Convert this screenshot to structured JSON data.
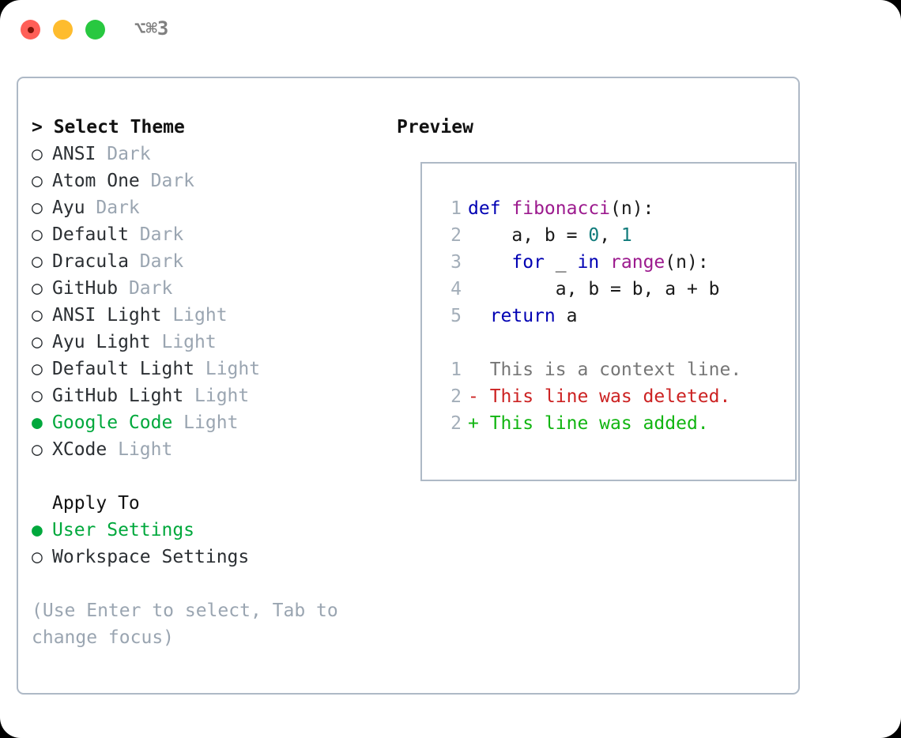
{
  "titlebar": {
    "traffic_lights": [
      {
        "name": "close",
        "color": "#ff5f57"
      },
      {
        "name": "minimize",
        "color": "#febc2e"
      },
      {
        "name": "maximize",
        "color": "#28c840"
      }
    ],
    "shortcut": "⌥⌘3"
  },
  "theme_picker": {
    "title": "> Select Theme",
    "selected_marker": "●",
    "unselected_marker": "○",
    "accent_color": "#00a83c",
    "items": [
      {
        "label": "ANSI",
        "tag": "Dark",
        "selected": false
      },
      {
        "label": "Atom One",
        "tag": "Dark",
        "selected": false
      },
      {
        "label": "Ayu",
        "tag": "Dark",
        "selected": false
      },
      {
        "label": "Default",
        "tag": "Dark",
        "selected": false
      },
      {
        "label": "Dracula",
        "tag": "Dark",
        "selected": false
      },
      {
        "label": "GitHub",
        "tag": "Dark",
        "selected": false
      },
      {
        "label": "ANSI Light",
        "tag": "Light",
        "selected": false
      },
      {
        "label": "Ayu Light",
        "tag": "Light",
        "selected": false
      },
      {
        "label": "Default Light",
        "tag": "Light",
        "selected": false
      },
      {
        "label": "GitHub Light",
        "tag": "Light",
        "selected": false
      },
      {
        "label": "Google Code",
        "tag": "Light",
        "selected": true
      },
      {
        "label": "XCode",
        "tag": "Light",
        "selected": false
      }
    ]
  },
  "apply_to": {
    "heading": "Apply To",
    "items": [
      {
        "label": "User Settings",
        "selected": true
      },
      {
        "label": "Workspace Settings",
        "selected": false
      }
    ]
  },
  "hint": "(Use Enter to select, Tab to change focus)",
  "preview": {
    "heading": "Preview",
    "code_lines": [
      {
        "num": "1",
        "tokens": [
          {
            "t": "def ",
            "c": "kw"
          },
          {
            "t": "fibonacci",
            "c": "fn"
          },
          {
            "t": "(n):",
            "c": "pl"
          }
        ]
      },
      {
        "num": "2",
        "tokens": [
          {
            "t": "    a, b = ",
            "c": "pl"
          },
          {
            "t": "0",
            "c": "num"
          },
          {
            "t": ", ",
            "c": "pl"
          },
          {
            "t": "1",
            "c": "num"
          }
        ]
      },
      {
        "num": "3",
        "tokens": [
          {
            "t": "    for ",
            "c": "kw"
          },
          {
            "t": "_ ",
            "c": "pl"
          },
          {
            "t": "in ",
            "c": "kw"
          },
          {
            "t": "range",
            "c": "fn"
          },
          {
            "t": "(n):",
            "c": "pl"
          }
        ]
      },
      {
        "num": "4",
        "tokens": [
          {
            "t": "        a, b = b, a + b",
            "c": "pl"
          }
        ]
      },
      {
        "num": "5",
        "tokens": [
          {
            "t": "  return ",
            "c": "kw"
          },
          {
            "t": "a",
            "c": "pl"
          }
        ]
      }
    ],
    "diff_lines": [
      {
        "num": "1",
        "text": "  This is a context line.",
        "kind": "ctx"
      },
      {
        "num": "2",
        "text": "- This line was deleted.",
        "kind": "del"
      },
      {
        "num": "2",
        "text": "+ This line was added.",
        "kind": "add"
      }
    ]
  }
}
